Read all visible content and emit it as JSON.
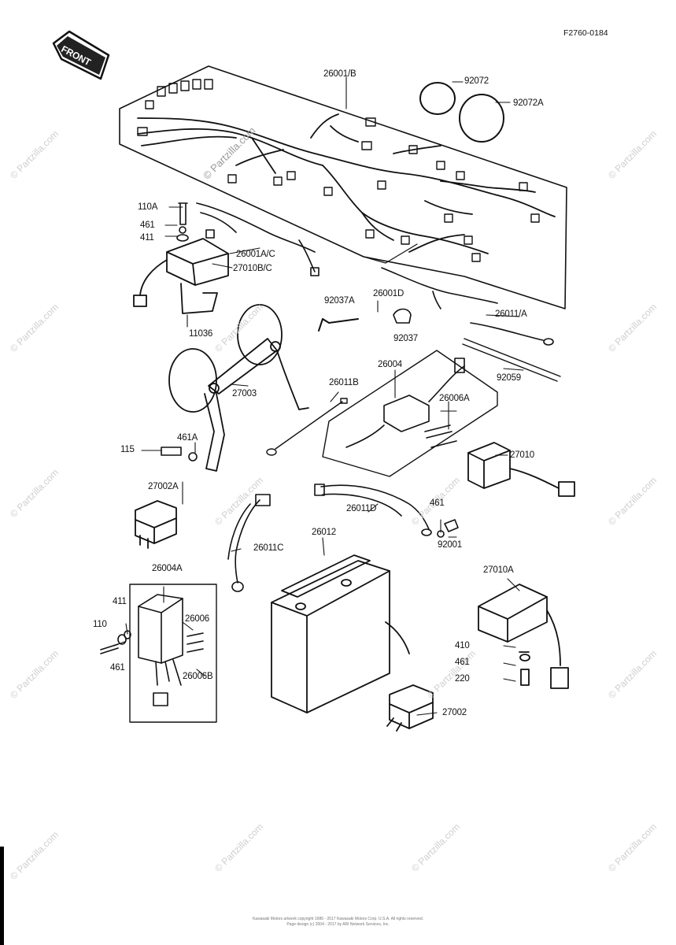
{
  "diagram_code": "F2760-0184",
  "front_label": "FRONT",
  "watermark": "© Partzilla.com",
  "footer": {
    "line1": "Kawasaki Motors artwork copyright 1986 - 2017 Kawasaki Motors Corp. U.S.A. All rights reserved.",
    "line2": "Page design (c) 2004 - 2017 by ARI Network Services, Inc."
  },
  "parts": {
    "p26001B": "26001/B",
    "p92072": "92072",
    "p92072A": "92072A",
    "p110A": "110A",
    "p461a": "461",
    "p411a": "411",
    "p26001AC": "26001A/C",
    "p27010BC": "27010B/C",
    "p26001D": "26001D",
    "p92037A": "92037A",
    "p92037": "92037",
    "p26011A": "26011/A",
    "p11036": "11036",
    "p26004": "26004",
    "p92059": "92059",
    "p27003": "27003",
    "p26011B": "26011B",
    "p26006A": "26006A",
    "p461A": "461A",
    "p115": "115",
    "p27010": "27010",
    "p27002A": "27002A",
    "p26011D": "26011D",
    "p461b": "461",
    "p92001": "92001",
    "p26011C": "26011C",
    "p26012": "26012",
    "p26004A": "26004A",
    "p27010A": "27010A",
    "p411b": "411",
    "p110": "110",
    "p26006": "26006",
    "p461c": "461",
    "p26006B": "26006B",
    "p410": "410",
    "p461d": "461",
    "p220": "220",
    "p27002": "27002"
  }
}
